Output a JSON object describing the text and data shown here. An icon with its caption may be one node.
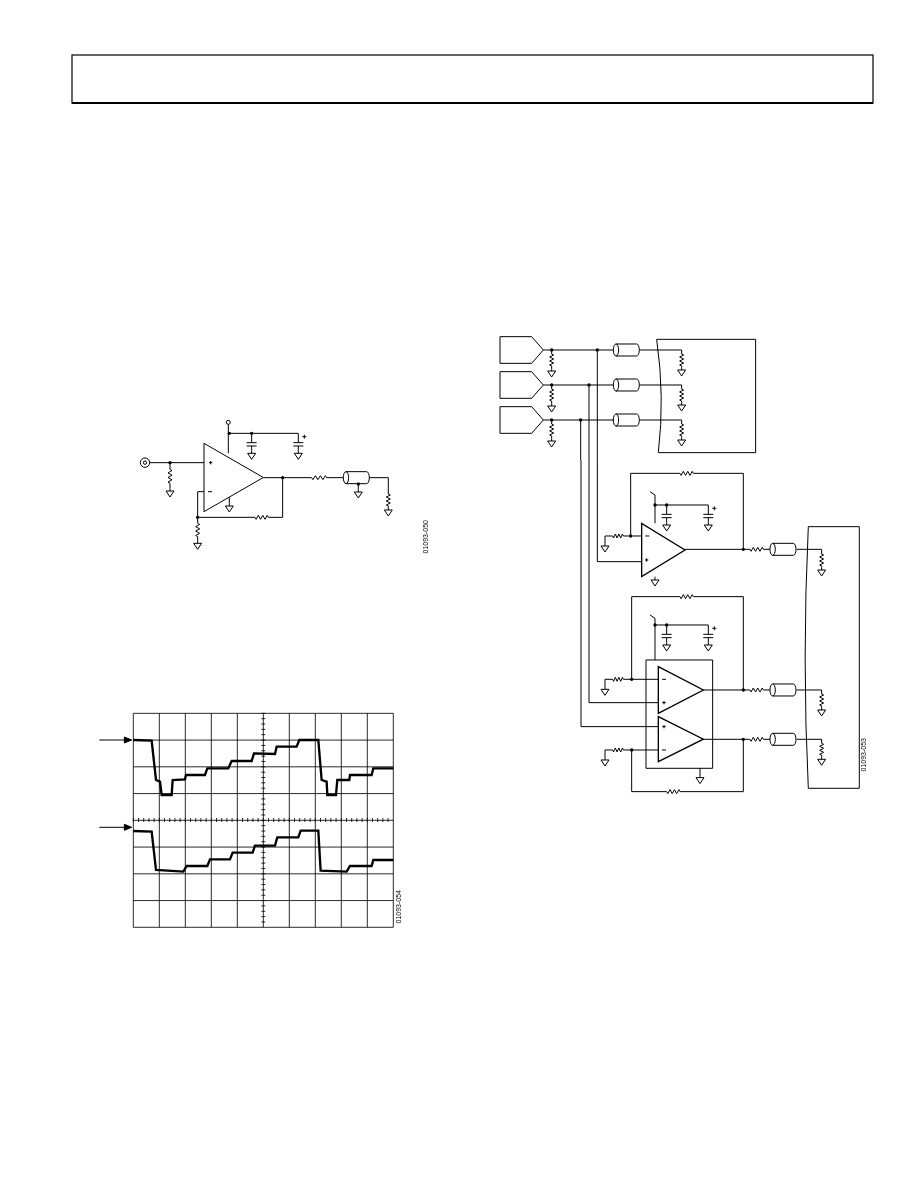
{
  "diagram": {
    "labels": [
      "01093-050",
      "01093-054",
      "01093-053"
    ]
  }
}
